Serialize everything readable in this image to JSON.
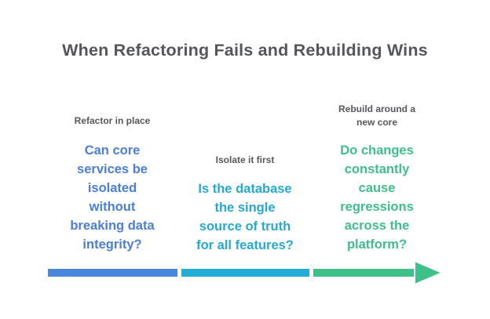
{
  "title": "When Refactoring Fails and Rebuilding Wins",
  "columns": [
    {
      "id": "refactor-in-place",
      "label": "Refactor in place",
      "question": "Can core\nservices be\nisolated\nwithout\nbreaking data\nintegrity?",
      "accent_color": "#4A7ED8",
      "bar_color": "#4A86DC"
    },
    {
      "id": "isolate-it-first",
      "label": "Isolate it first",
      "question": "Is the database\nthe single\nsource of truth\nfor all features?",
      "accent_color": "#25A8D4",
      "bar_color": "#22ACD8"
    },
    {
      "id": "rebuild-around-new-core",
      "label": "Rebuild around a\nnew core",
      "question": "Do changes\nconstantly\ncause\nregressions\nacross the\nplatform?",
      "accent_color": "#3EBE8C",
      "bar_color": "#3EC189"
    }
  ],
  "arrow": {
    "direction": "right",
    "outline_color": "#FFFFFF",
    "segment_colors": [
      "#4A86DC",
      "#22ACD8",
      "#3EC189"
    ]
  },
  "text_colors": {
    "title": "#54565B",
    "labels": "#56585C"
  }
}
